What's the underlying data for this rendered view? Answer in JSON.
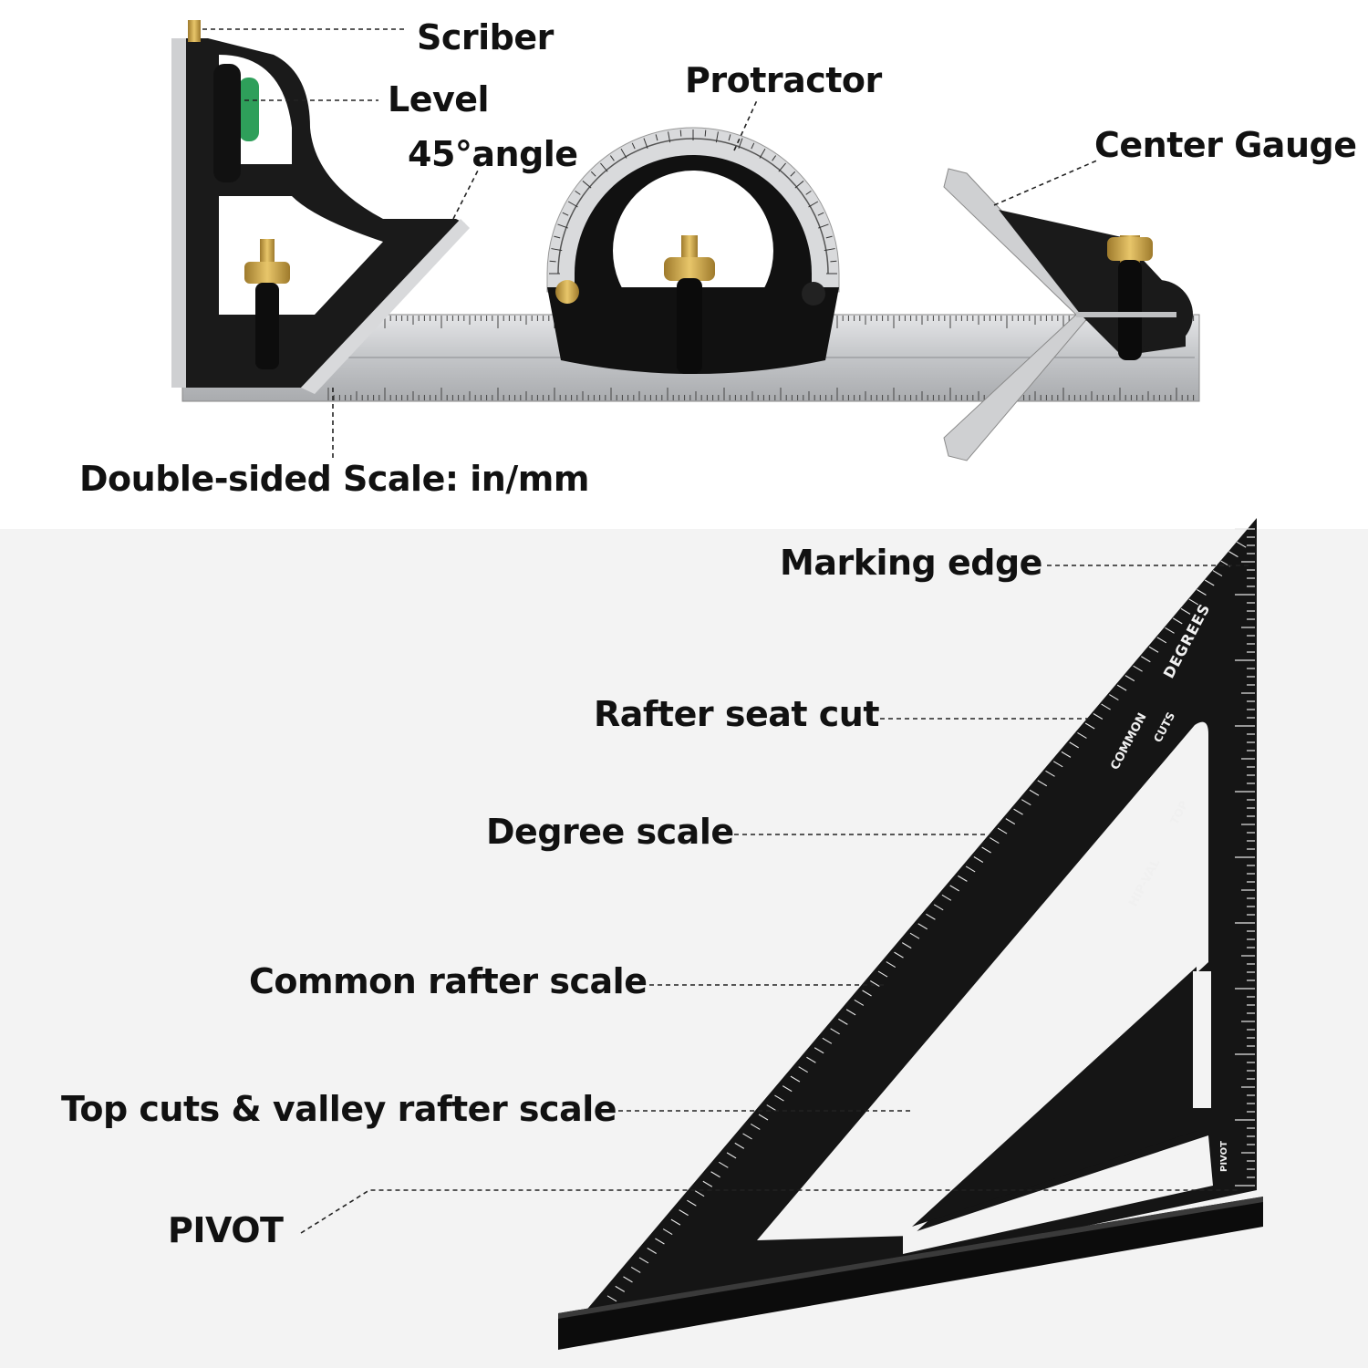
{
  "top_labels": {
    "scriber": "Scriber",
    "level": "Level",
    "angle45": "45°angle",
    "protractor": "Protractor",
    "center_gauge": "Center Gauge",
    "double_scale": "Double-sided Scale: in/mm"
  },
  "bottom_labels": {
    "marking_edge": "Marking edge",
    "rafter_seat_cut": "Rafter seat cut",
    "degree_scale": "Degree scale",
    "common_rafter_scale": "Common rafter scale",
    "top_cuts_valley": "Top cuts & valley rafter scale",
    "pivot": "PIVOT"
  },
  "engravings": {
    "degrees": "DEGREES",
    "common": "COMMON",
    "cuts": "CUTS",
    "top": "TOP",
    "hip_val": "HIP-VAL",
    "pivot_mark": "PIVOT"
  },
  "colors": {
    "top_bg": "#ffffff",
    "bottom_bg": "#f3f3f3",
    "steel": "#c9cacc",
    "anodized_black": "#141414",
    "brass": "#c9a24a",
    "level_green": "#2e9f5a"
  }
}
